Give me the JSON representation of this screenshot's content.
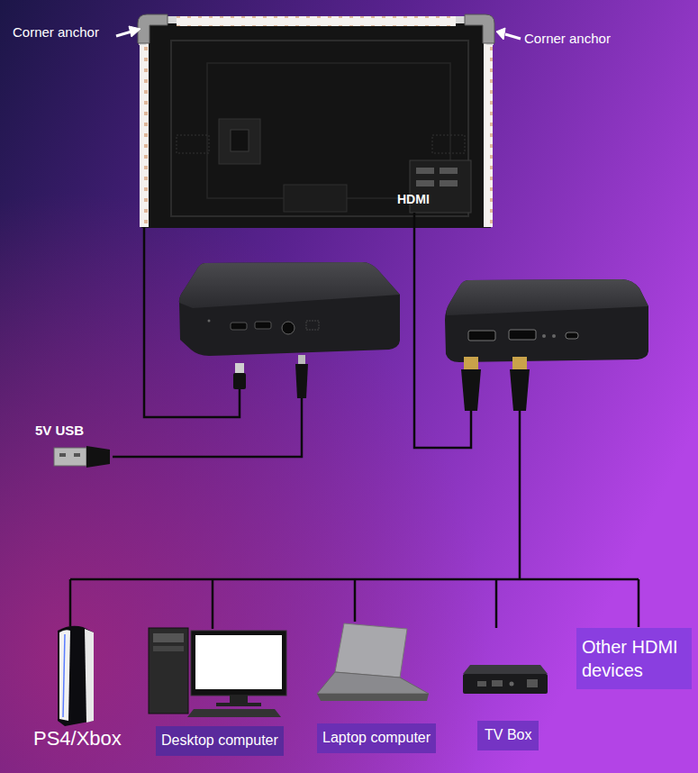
{
  "diagram": {
    "nodes": [
      {
        "text": [
          "PS4/Xbox"
        ]
      },
      {
        "text": [
          "Desktop computer"
        ]
      },
      {
        "text": [
          "Laptop computer"
        ]
      },
      {
        "text": [
          "TV Box"
        ]
      },
      {
        "text": [
          "Other HDMI devices"
        ]
      }
    ],
    "labels": [
      "Corner anchor",
      "Corner anchor",
      "HDMI",
      "5V USB"
    ]
  }
}
